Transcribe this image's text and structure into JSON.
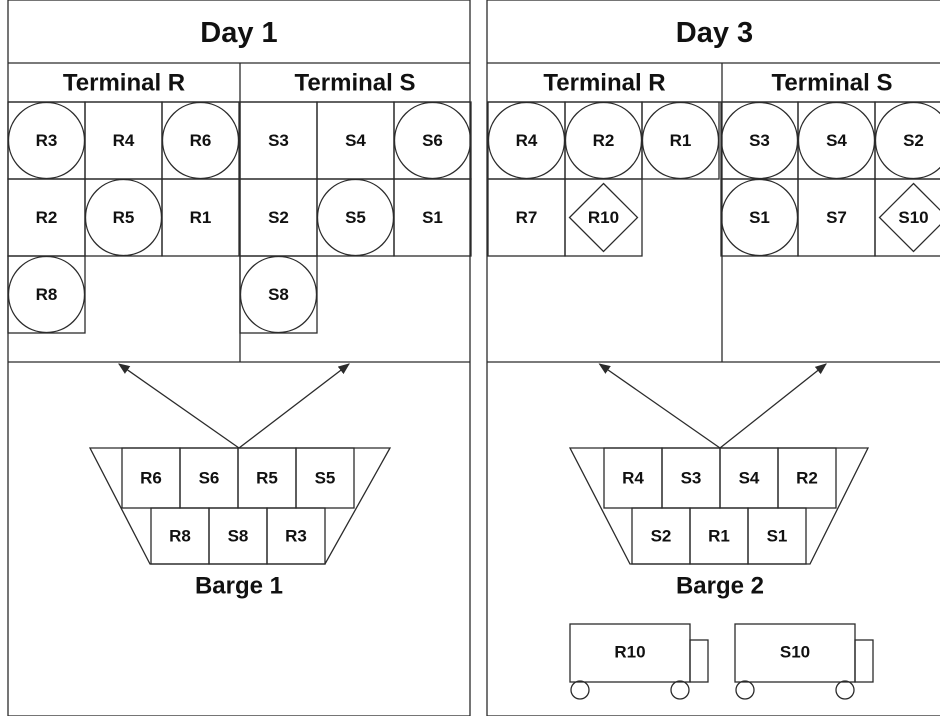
{
  "colors": {
    "dark": "#787878",
    "light": "#cfcfcf",
    "line": "#2b2b2b",
    "white": "#ffffff"
  },
  "panels": [
    {
      "id": "day1",
      "title": "Day 1",
      "terminals": [
        {
          "name": "Terminal R",
          "cells": [
            {
              "label": "R3",
              "row": 0,
              "col": 0,
              "shape": "circle",
              "fill": "white"
            },
            {
              "label": "R4",
              "row": 0,
              "col": 1,
              "shape": "square",
              "fill": "white"
            },
            {
              "label": "R6",
              "row": 0,
              "col": 2,
              "shape": "circle",
              "fill": "white"
            },
            {
              "label": "R2",
              "row": 1,
              "col": 0,
              "shape": "none",
              "fill": "white"
            },
            {
              "label": "R5",
              "row": 1,
              "col": 1,
              "shape": "circle",
              "fill": "white"
            },
            {
              "label": "R1",
              "row": 1,
              "col": 2,
              "shape": "none",
              "fill": "white"
            },
            {
              "label": "R8",
              "row": 2,
              "col": 0,
              "shape": "circle",
              "fill": "white"
            }
          ]
        },
        {
          "name": "Terminal S",
          "cells": [
            {
              "label": "S3",
              "row": 0,
              "col": 0,
              "shape": "square",
              "fill": "white"
            },
            {
              "label": "S4",
              "row": 0,
              "col": 1,
              "shape": "square",
              "fill": "white"
            },
            {
              "label": "S6",
              "row": 0,
              "col": 2,
              "shape": "circle",
              "fill": "white"
            },
            {
              "label": "S2",
              "row": 1,
              "col": 0,
              "shape": "none",
              "fill": "white"
            },
            {
              "label": "S5",
              "row": 1,
              "col": 1,
              "shape": "circle",
              "fill": "white"
            },
            {
              "label": "S1",
              "row": 1,
              "col": 2,
              "shape": "none",
              "fill": "white"
            },
            {
              "label": "S8",
              "row": 2,
              "col": 0,
              "shape": "circle",
              "fill": "white"
            }
          ]
        }
      ],
      "barge": {
        "name": "Barge 1",
        "top_row": [
          {
            "label": "R6",
            "fill": "white"
          },
          {
            "label": "S6",
            "fill": "white"
          },
          {
            "label": "R5",
            "fill": "white"
          },
          {
            "label": "S5",
            "fill": "white"
          }
        ],
        "bottom_row": [
          {
            "label": "R8",
            "fill": "white"
          },
          {
            "label": "S8",
            "fill": "white"
          },
          {
            "label": "R3",
            "fill": "white"
          }
        ]
      },
      "trucks": []
    },
    {
      "id": "day3",
      "title": "Day 3",
      "terminals": [
        {
          "name": "Terminal R",
          "cells": [
            {
              "label": "R4",
              "row": 0,
              "col": 0,
              "shape": "circle",
              "fill": "dark"
            },
            {
              "label": "R2",
              "row": 0,
              "col": 1,
              "shape": "circle",
              "fill": "light"
            },
            {
              "label": "R1",
              "row": 0,
              "col": 2,
              "shape": "circle",
              "fill": "white"
            },
            {
              "label": "R7",
              "row": 1,
              "col": 0,
              "shape": "none",
              "fill": "white"
            },
            {
              "label": "R10",
              "row": 1,
              "col": 1,
              "shape": "diamond",
              "fill": "white"
            }
          ]
        },
        {
          "name": "Terminal S",
          "cells": [
            {
              "label": "S3",
              "row": 0,
              "col": 0,
              "shape": "circle",
              "fill": "dark"
            },
            {
              "label": "S4",
              "row": 0,
              "col": 1,
              "shape": "circle",
              "fill": "dark"
            },
            {
              "label": "S2",
              "row": 0,
              "col": 2,
              "shape": "circle",
              "fill": "light"
            },
            {
              "label": "S1",
              "row": 1,
              "col": 0,
              "shape": "circle",
              "fill": "white"
            },
            {
              "label": "S7",
              "row": 1,
              "col": 1,
              "shape": "none",
              "fill": "white"
            },
            {
              "label": "S10",
              "row": 1,
              "col": 2,
              "shape": "diamond",
              "fill": "white"
            }
          ]
        }
      ],
      "barge": {
        "name": "Barge 2",
        "top_row": [
          {
            "label": "R4",
            "fill": "dark"
          },
          {
            "label": "S3",
            "fill": "dark"
          },
          {
            "label": "S4",
            "fill": "dark"
          },
          {
            "label": "R2",
            "fill": "light"
          }
        ],
        "bottom_row": [
          {
            "label": "S2",
            "fill": "light"
          },
          {
            "label": "R1",
            "fill": "white"
          },
          {
            "label": "S1",
            "fill": "white"
          }
        ]
      },
      "trucks": [
        {
          "label": "R10"
        },
        {
          "label": "S10"
        }
      ]
    }
  ]
}
